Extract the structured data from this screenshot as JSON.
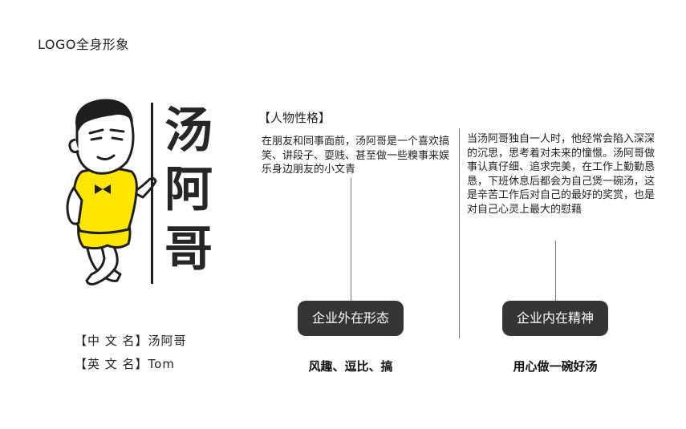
{
  "page": {
    "title": "LOGO全身形象"
  },
  "logo": {
    "chars": [
      "汤",
      "阿",
      "哥"
    ]
  },
  "profile": {
    "chinese_name": "【中 文 名】汤阿哥",
    "english_name": "【英 文 名】Tom"
  },
  "personality": {
    "heading": "【人物性格】",
    "external_text": "在朋友和同事面前，汤阿哥是一个喜欢搞笑、讲段子、耍贱、甚至做一些糗事来娱乐身边朋友的小文青",
    "internal_text": "当汤阿哥独自一人时，他经常会陷入深深的沉思，思考着对未来的憧憬。汤阿哥做事认真仔细、追求完美，在工作上勤勤恳恳，下班休息后都会为自己煲一碗汤，这是辛苦工作后对自己的最好的奖赏，也是对自己心灵上最大的慰藉"
  },
  "traits": {
    "external_label": "企业外在形态",
    "external_caption": "风趣、逗比、搞",
    "internal_label": "企业内在精神",
    "internal_caption": "用心做一碗好汤"
  },
  "colors": {
    "accent": "#FFE600",
    "dark": "#353535"
  }
}
